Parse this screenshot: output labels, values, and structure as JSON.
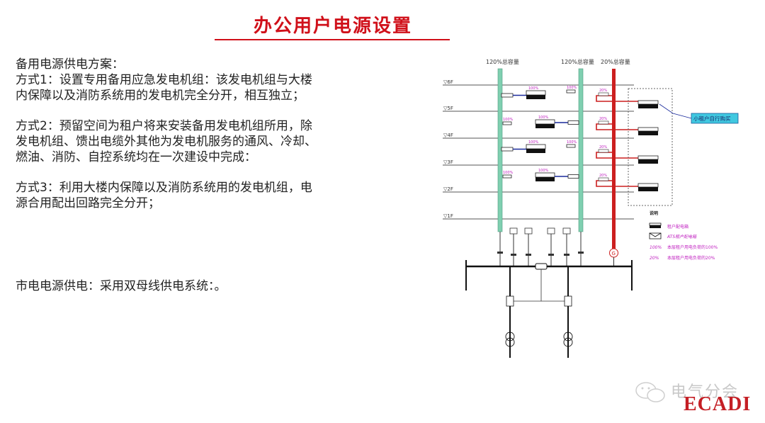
{
  "page": {
    "title": "办公用户电源设置",
    "accent_color": "#d0101a"
  },
  "text": {
    "intro_heading": "备用电源供电方案：",
    "method1_line1": "方式1：设置专用备用应急发电机组：该发电机组与大楼",
    "method1_line2": "内保障以及消防系统用的发电机完全分开，相互独立；",
    "method2_line1": "方式2：预留空间为租户将来安装备用发电机组所用，除",
    "method2_line2": "发电机组、馈出电缆外其他为发电机服务的通风、冷却、",
    "method2_line3": "燃油、消防、自控系统均在一次建设中完成：",
    "method3_line1": "方式3：利用大楼内保障以及消防系统用的发电机组，电",
    "method3_line2": "源合用配出回路完全分开；",
    "city_power": "市电电源供电：采用双母线供电系统：。"
  },
  "diagram": {
    "riser_labels": [
      "120%总容量",
      "120%总容量",
      "20%总容量"
    ],
    "riser_colors": {
      "green": "#7fcfb0",
      "red": "#cc1f1f"
    },
    "floors": [
      "▽6F",
      "▽5F",
      "▽4F",
      "▽3F",
      "▽2F",
      "▽1F"
    ],
    "load_tags": {
      "full": "100%",
      "partial": "20%"
    },
    "callout": "小租户自行购买",
    "legend": {
      "title": "说明",
      "items": [
        {
          "symbol": "tenant-panel",
          "label": "租户配电箱"
        },
        {
          "symbol": "ats-panel",
          "label": "ATS租户配电箱"
        },
        {
          "symbol": "100%",
          "label": "本层租户用电负荷的100%"
        },
        {
          "symbol": "20%",
          "label": "本层租户用电负荷的20%"
        }
      ]
    },
    "generator_symbol": "G"
  },
  "watermark": {
    "text": "电气分会",
    "brand": "ECADI",
    "brand_color": "#c41e24"
  }
}
